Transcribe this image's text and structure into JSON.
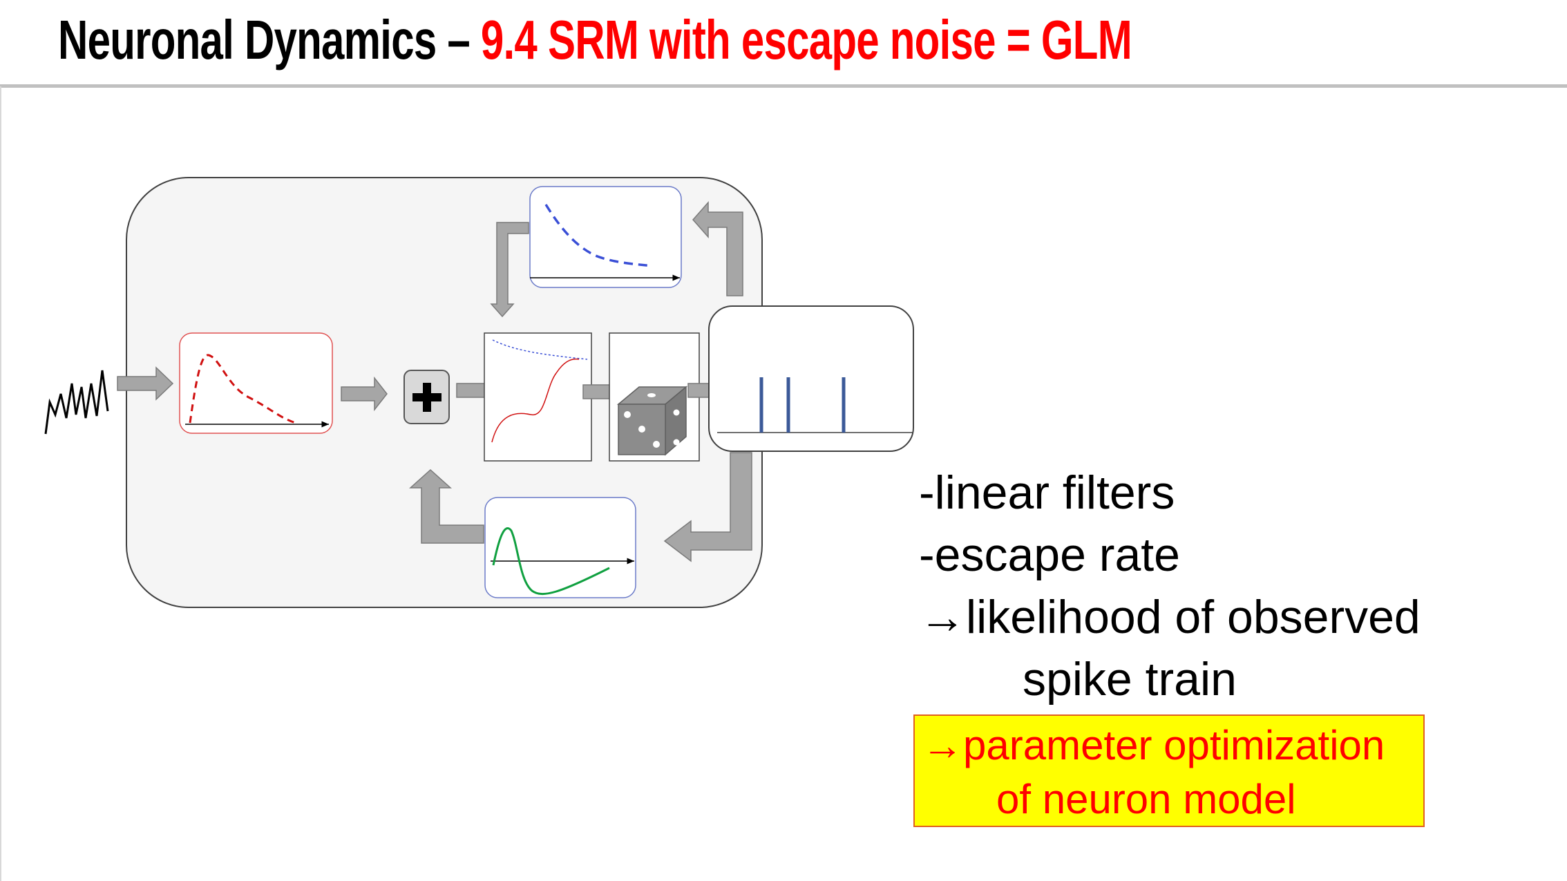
{
  "slide": {
    "title_black": "Neuronal Dynamics – ",
    "title_red": "9.4 SRM with escape noise =  GLM"
  },
  "bullets": {
    "item1": "-linear filters",
    "item2": "-escape rate",
    "item3_arrow": "→",
    "item3": "likelihood of observed",
    "item3_cont": "spike train"
  },
  "highlight_box": {
    "arrow": "→",
    "line1": "parameter optimization",
    "line2": "of neuron model"
  },
  "colors": {
    "title_red": "#ff0000",
    "input_filter_curve": "#d01010",
    "adaptation_filter_curve": "#3a4fd6",
    "refractory_filter_curve": "#10a040",
    "spike_lines": "#3b5998",
    "highlight_bg": "#ffff00",
    "highlight_text": "#ff0000",
    "arrow_gray": "#a0a0a0"
  },
  "icons": {
    "input": "noisy-input-waveform-icon",
    "sum": "plus-icon",
    "noise": "dice-icon"
  }
}
